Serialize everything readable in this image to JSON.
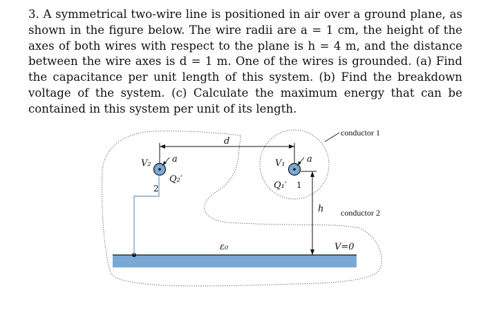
{
  "problem": {
    "text": "3. A symmetrical two-wire line is positioned in air over a ground plane, as shown in the figure below. The wire radii are a = 1 cm, the height of the axes of both wires with respect to the plane is h = 4 m, and the distance between the wire axes is d = 1 m. One of the wires is grounded. (a) Find the capacitance per unit length of this system. (b) Find the breakdown voltage of the system. (c) Calculate the maximum energy that can be contained in this system per unit of its length."
  },
  "figure": {
    "label_d": "d",
    "label_v2": "V₂",
    "label_a_left": "a",
    "label_q2": "Q₂′",
    "label_2": "2",
    "label_v1": "V₁",
    "label_a_right": "a",
    "label_q1": "Q₁′",
    "label_1": "1",
    "label_h": "h",
    "label_eps": "ε₀",
    "label_conductor1": "conductor 1",
    "label_conductor2": "conductor 2",
    "label_v0": "V=0",
    "ground_color": "#7aa9d6"
  }
}
